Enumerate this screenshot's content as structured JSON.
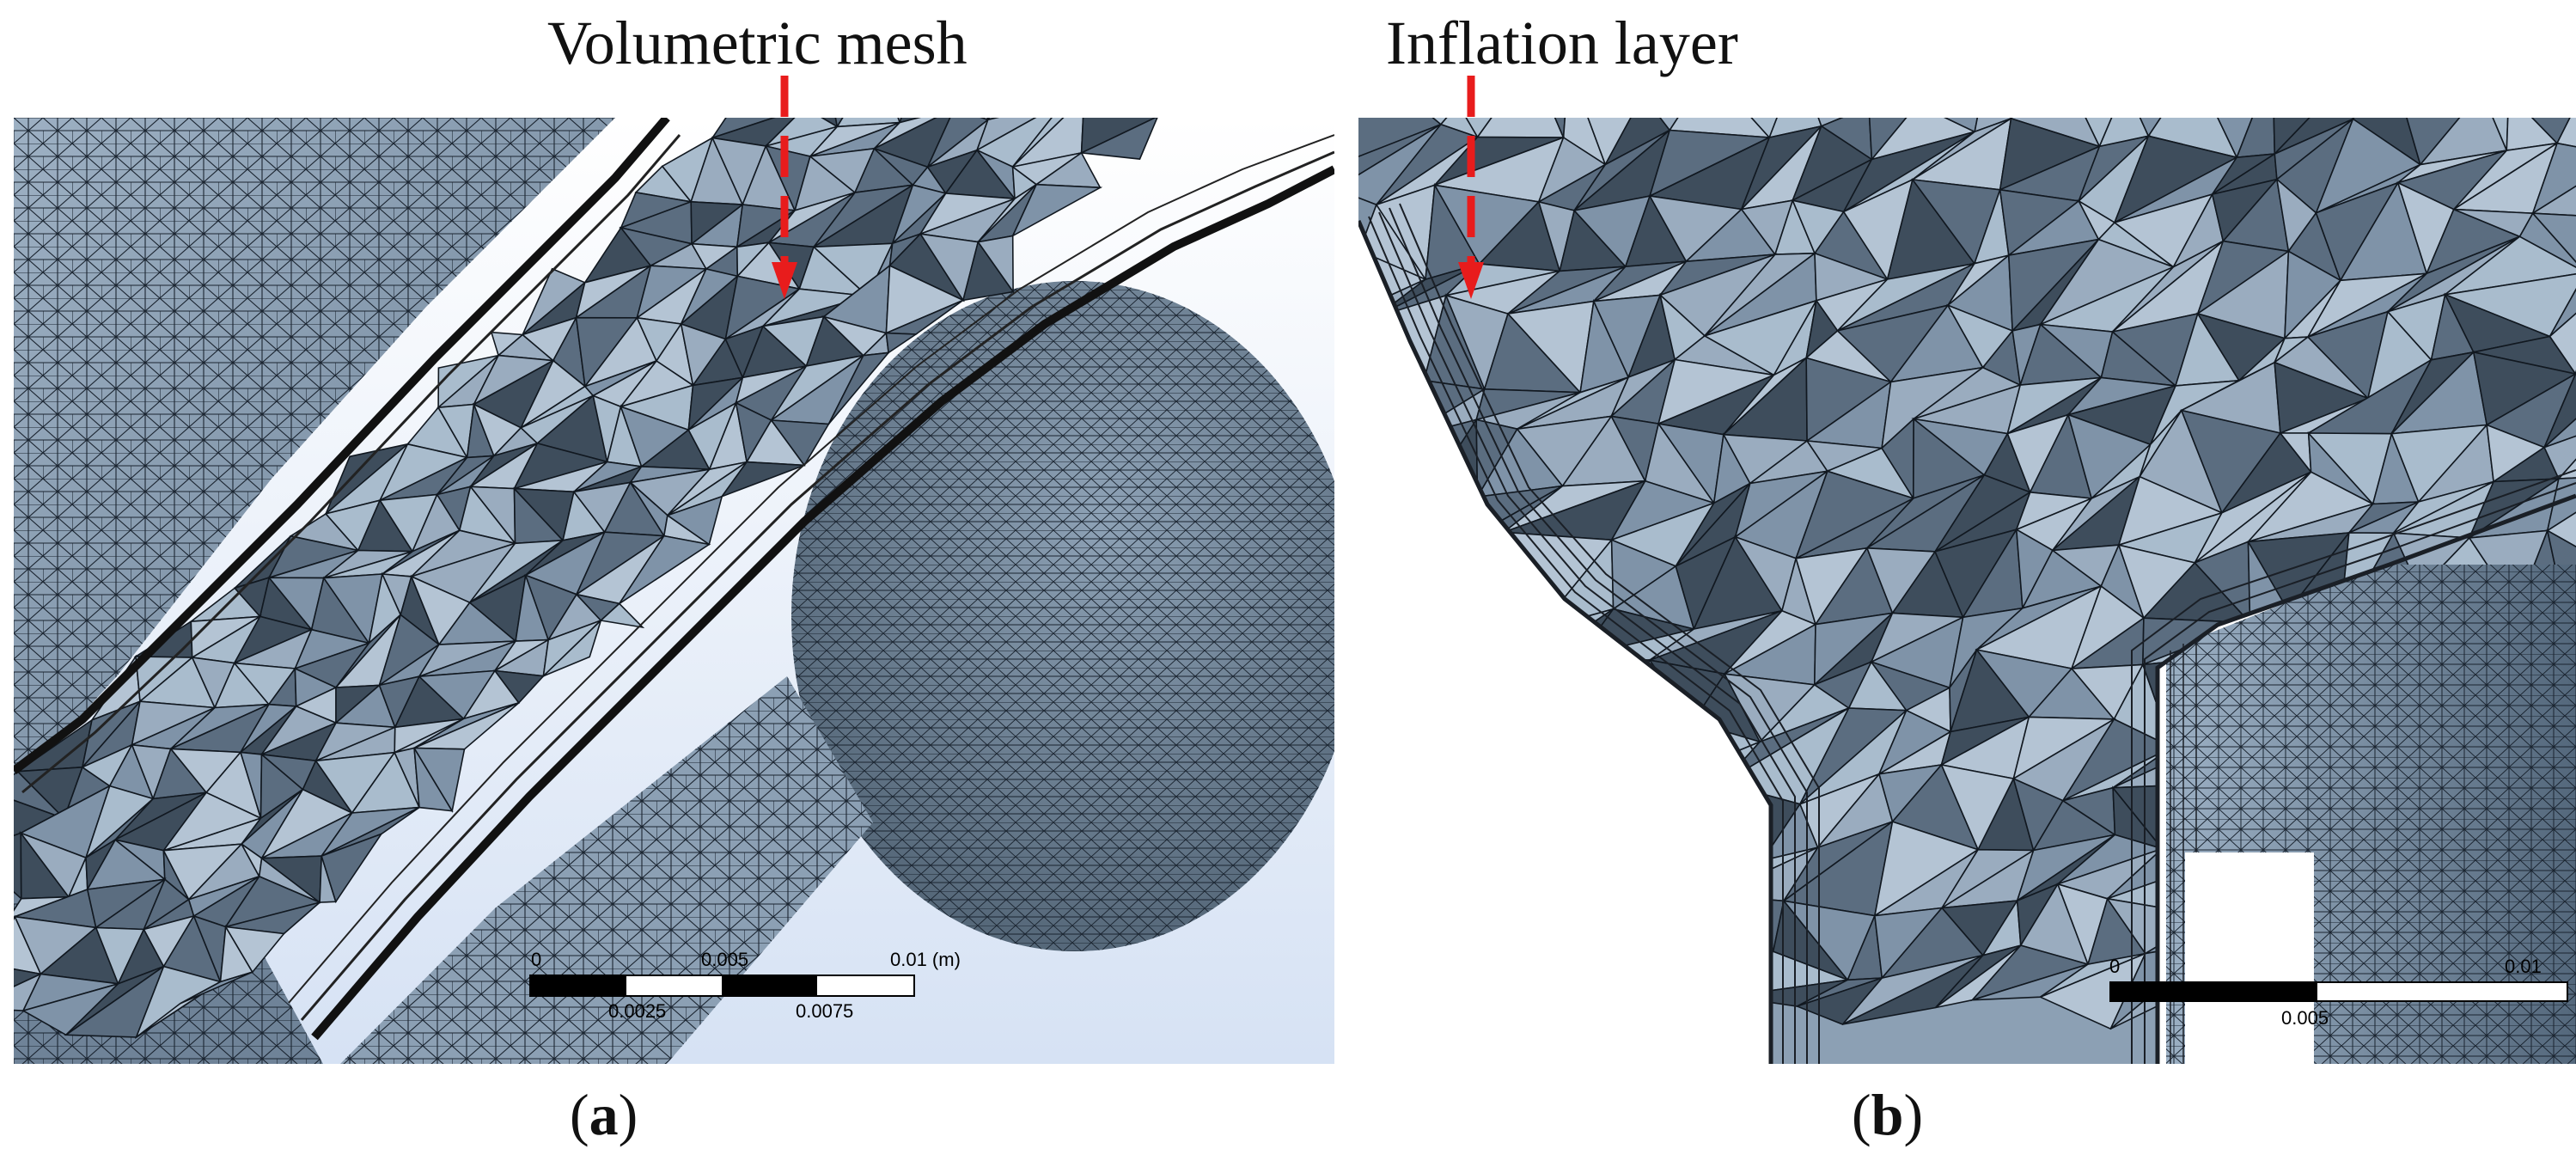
{
  "annotations": {
    "volumetric_mesh": "Volumetric mesh",
    "inflation_layer": "Inflation layer"
  },
  "panels": [
    {
      "id": "a",
      "caption_letter": "a",
      "scale_bar": {
        "top_labels": [
          "0",
          "0.005",
          "0.01 (m)"
        ],
        "bottom_labels": [
          "0.0025",
          "0.0075"
        ]
      }
    },
    {
      "id": "b",
      "caption_letter": "b",
      "scale_bar": {
        "top_labels": [
          "0",
          "0.01"
        ],
        "bottom_labels": [
          "0.005"
        ]
      }
    }
  ],
  "colors": {
    "mesh_face": "#7f93a8",
    "mesh_face_dark": "#3e4d5c",
    "mesh_face_light": "#b4c4d4",
    "mesh_line": "#111820",
    "arrow": "#e81c1c",
    "background_gradient": "#d6e2f4"
  }
}
